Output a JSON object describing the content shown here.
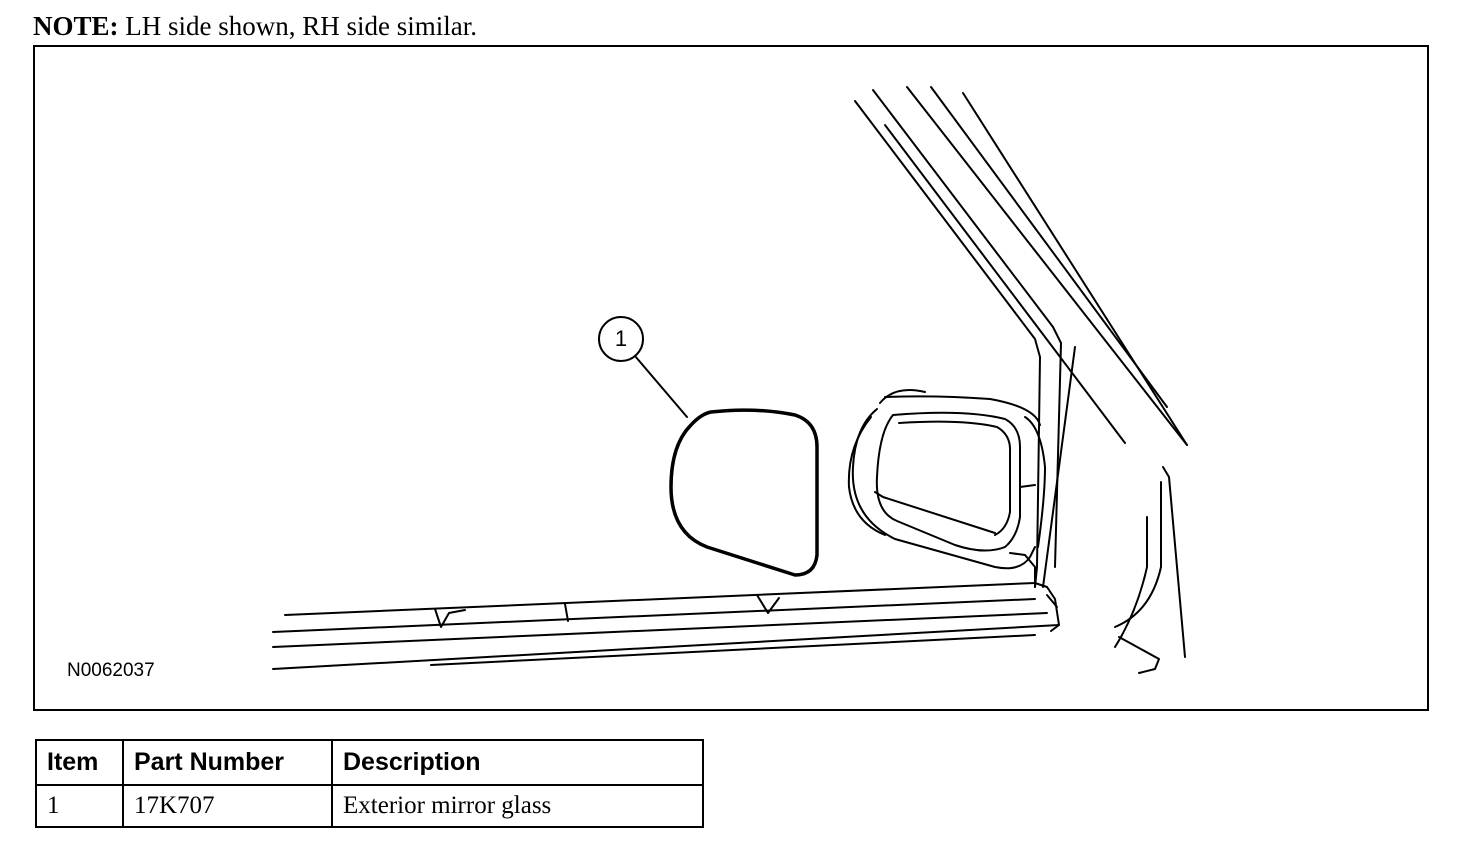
{
  "note": {
    "label": "NOTE:",
    "text": "LH side shown, RH side similar."
  },
  "figure": {
    "callout": "1",
    "figure_id": "N0062037"
  },
  "parts_table": {
    "headers": {
      "item": "Item",
      "part_number": "Part Number",
      "description": "Description"
    },
    "rows": [
      {
        "item": "1",
        "part_number": "17K707",
        "description": "Exterior mirror glass"
      }
    ]
  }
}
